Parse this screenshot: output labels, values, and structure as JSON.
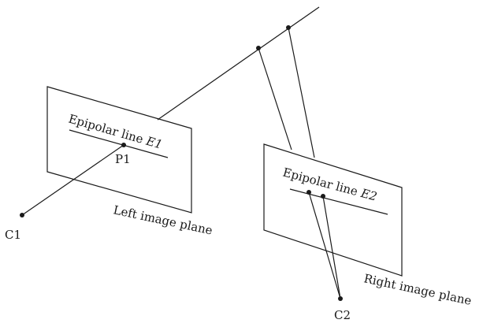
{
  "labels": {
    "epipolar_left": "Epipolar line ",
    "epipolar_left_var": "E1",
    "point_p1": "P1",
    "camera_c1": "C1",
    "left_plane": "Left image plane",
    "epipolar_right": "Epipolar line ",
    "epipolar_right_var": "E2",
    "camera_c2": "C2",
    "right_plane": "Right image plane"
  },
  "colors": {
    "stroke": "#1a1a1a",
    "background": "#ffffff"
  }
}
